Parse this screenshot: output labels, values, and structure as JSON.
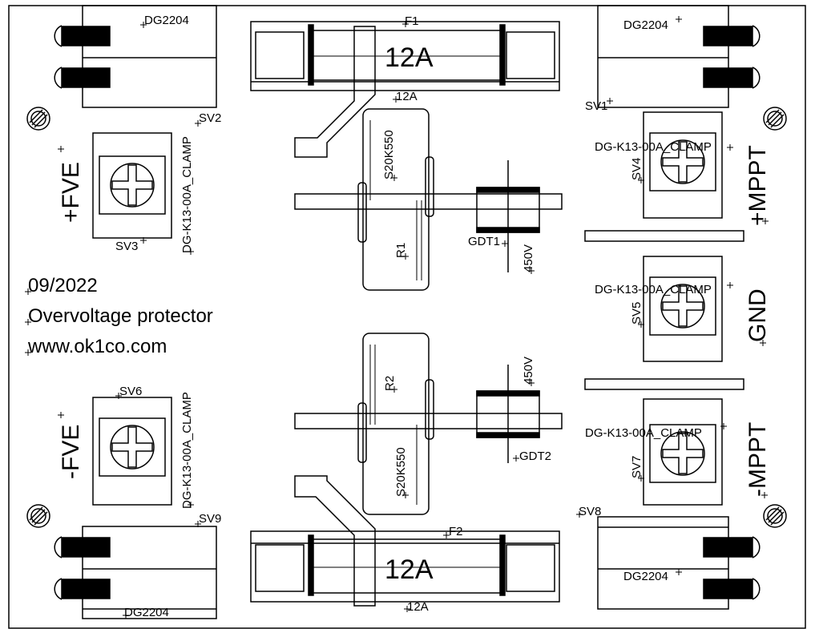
{
  "labels": {
    "date": "09/2022",
    "title": "Overvoltage protector",
    "website": "www.ok1co.com",
    "plus_fve": "+FVE",
    "minus_fve": "-FVE",
    "plus_mppt": "+MPPT",
    "gnd": "GND",
    "minus_mppt": "-MPPT"
  },
  "fuses": {
    "f1": {
      "ref": "F1",
      "value": "12A",
      "rating": "12A"
    },
    "f2": {
      "ref": "F2",
      "value": "12A",
      "rating": "12A"
    }
  },
  "varistors": {
    "r1": {
      "ref": "R1",
      "part": "S20K550"
    },
    "r2": {
      "ref": "R2",
      "part": "S20K550"
    }
  },
  "gdts": {
    "gdt1": {
      "ref": "GDT1",
      "voltage": "450V"
    },
    "gdt2": {
      "ref": "GDT2",
      "voltage": "450V"
    }
  },
  "connectors": {
    "top_left": "DG2204",
    "top_right": "DG2204",
    "bottom_left": "DG2204",
    "bottom_right": "DG2204"
  },
  "clamps": {
    "sv3": {
      "ref": "SV3",
      "part": "DG-K13-00A_CLAMP"
    },
    "sv6": {
      "ref": "SV6",
      "part": "DG-K13-00A_CLAMP"
    },
    "sv4": {
      "ref": "SV4",
      "part": "DG-K13-00A_CLAMP"
    },
    "sv5": {
      "ref": "SV5",
      "part": "DG-K13-00A_CLAMP"
    },
    "sv7": {
      "ref": "SV7",
      "part": "DG-K13-00A_CLAMP"
    }
  },
  "mounts": {
    "sv1": "SV1",
    "sv2": "SV2",
    "sv8": "SV8",
    "sv9": "SV9"
  }
}
